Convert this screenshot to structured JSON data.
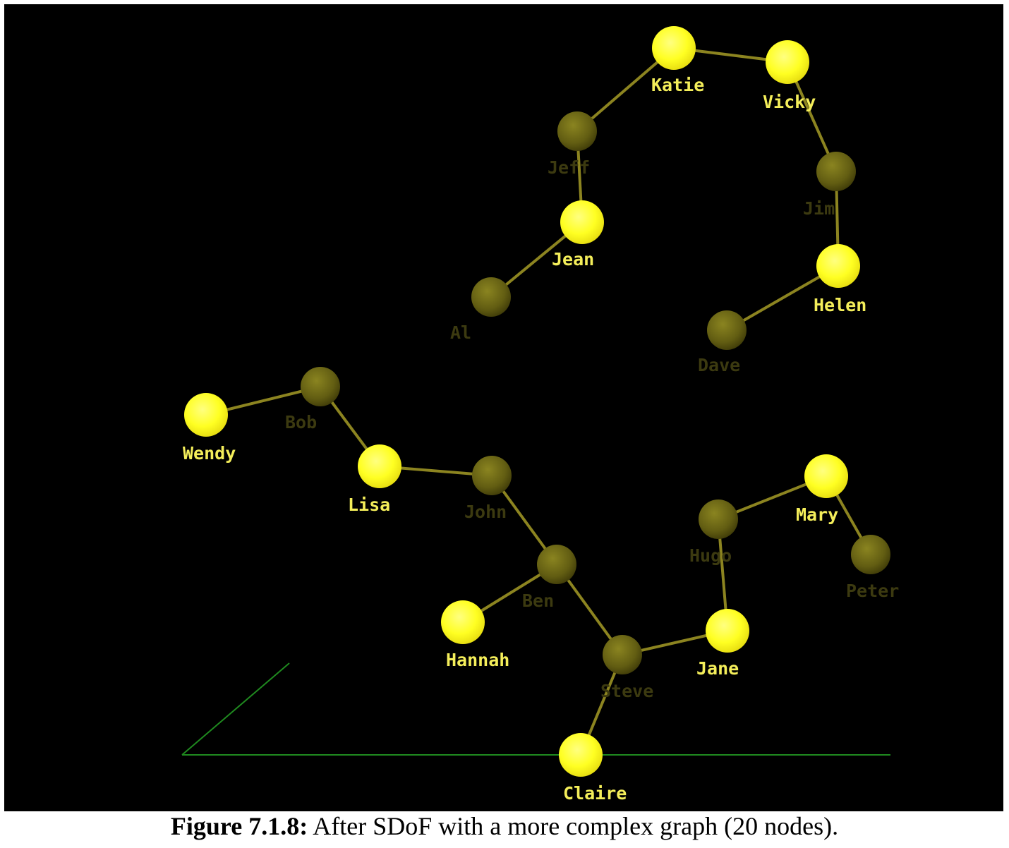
{
  "caption": {
    "label": "Figure 7.1.8:",
    "text": " After SDoF with a more complex graph (20 nodes)."
  },
  "colors": {
    "background": "#000000",
    "focus_node": "#ffff33",
    "context_node": "#6a6514",
    "edge": "#8c8420",
    "floor_line": "#1f8a1f",
    "focus_label": "#f4ee5a",
    "context_label": "#3c3a10"
  },
  "nodes": [
    {
      "id": "katie",
      "label": "Katie",
      "focus": true
    },
    {
      "id": "vicky",
      "label": "Vicky",
      "focus": true
    },
    {
      "id": "jeff",
      "label": "Jeff",
      "focus": false
    },
    {
      "id": "jim",
      "label": "Jim",
      "focus": false
    },
    {
      "id": "jean",
      "label": "Jean",
      "focus": true
    },
    {
      "id": "helen",
      "label": "Helen",
      "focus": true
    },
    {
      "id": "al",
      "label": "Al",
      "focus": false
    },
    {
      "id": "dave",
      "label": "Dave",
      "focus": false
    },
    {
      "id": "wendy",
      "label": "Wendy",
      "focus": true
    },
    {
      "id": "bob",
      "label": "Bob",
      "focus": false
    },
    {
      "id": "lisa",
      "label": "Lisa",
      "focus": true
    },
    {
      "id": "john",
      "label": "John",
      "focus": false
    },
    {
      "id": "ben",
      "label": "Ben",
      "focus": false
    },
    {
      "id": "hannah",
      "label": "Hannah",
      "focus": true
    },
    {
      "id": "steve",
      "label": "Steve",
      "focus": false
    },
    {
      "id": "jane",
      "label": "Jane",
      "focus": true
    },
    {
      "id": "hugo",
      "label": "Hugo",
      "focus": false
    },
    {
      "id": "mary",
      "label": "Mary",
      "focus": true
    },
    {
      "id": "peter",
      "label": "Peter",
      "focus": false
    },
    {
      "id": "claire",
      "label": "Claire",
      "focus": true
    }
  ],
  "edges": [
    [
      "katie",
      "vicky"
    ],
    [
      "katie",
      "jeff"
    ],
    [
      "vicky",
      "jim"
    ],
    [
      "jeff",
      "jean"
    ],
    [
      "jim",
      "helen"
    ],
    [
      "jean",
      "al"
    ],
    [
      "helen",
      "dave"
    ],
    [
      "wendy",
      "bob"
    ],
    [
      "bob",
      "lisa"
    ],
    [
      "lisa",
      "john"
    ],
    [
      "john",
      "ben"
    ],
    [
      "ben",
      "hannah"
    ],
    [
      "ben",
      "steve"
    ],
    [
      "steve",
      "jane"
    ],
    [
      "steve",
      "claire"
    ],
    [
      "jane",
      "hugo"
    ],
    [
      "hugo",
      "mary"
    ],
    [
      "mary",
      "peter"
    ]
  ]
}
